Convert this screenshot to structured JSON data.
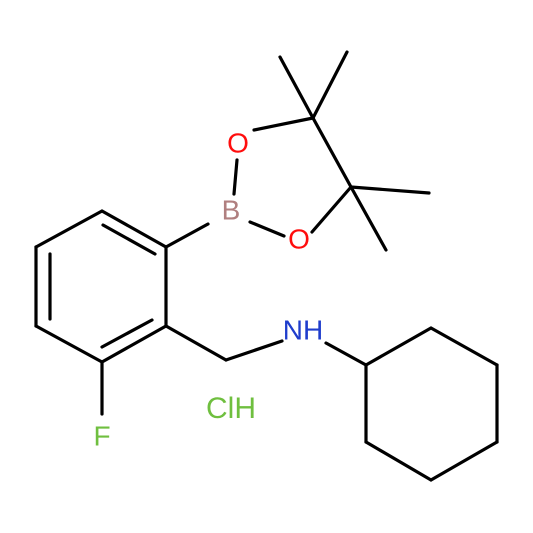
{
  "molecule": {
    "atoms": {
      "oxygen_top": "O",
      "boron": "B",
      "oxygen_bottom": "O",
      "nitrogen": "NH",
      "fluorine": "F"
    },
    "salt": "ClH"
  },
  "colors": {
    "bond": "#000000",
    "oxygen": "#ff0d0d",
    "boron": "#b07f7f",
    "nitrogen": "#1f3dcc",
    "fluorine": "#6fbf3f",
    "chlorine": "#6fbf3f"
  }
}
